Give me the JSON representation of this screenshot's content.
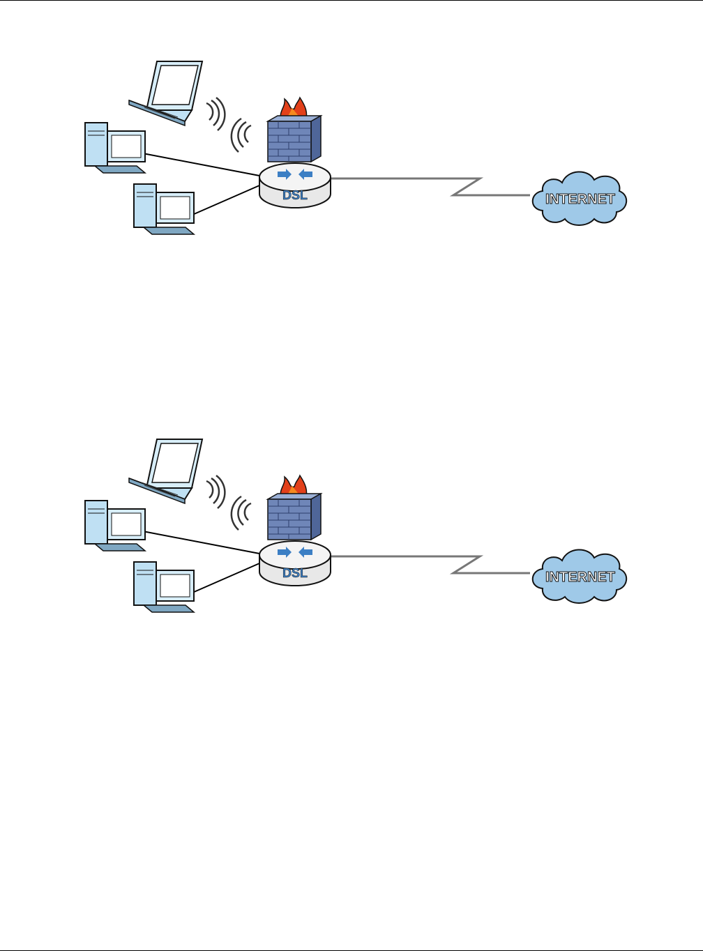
{
  "diagrams": [
    {
      "id": "network-diagram-1",
      "router_label": "DSL",
      "cloud_label": "INTERNET"
    },
    {
      "id": "network-diagram-2",
      "router_label": "DSL",
      "cloud_label": "INTERNET"
    }
  ],
  "colors": {
    "device_blue": "#bfe0f3",
    "device_outline": "#1a1a1a",
    "firewall_blue": "#6f86b8",
    "flame_red": "#e2401a",
    "flame_orange": "#f58a1f",
    "cloud_fill": "#9fc9e8",
    "wan_link": "#777777",
    "router_text": "#3c7fc4"
  }
}
